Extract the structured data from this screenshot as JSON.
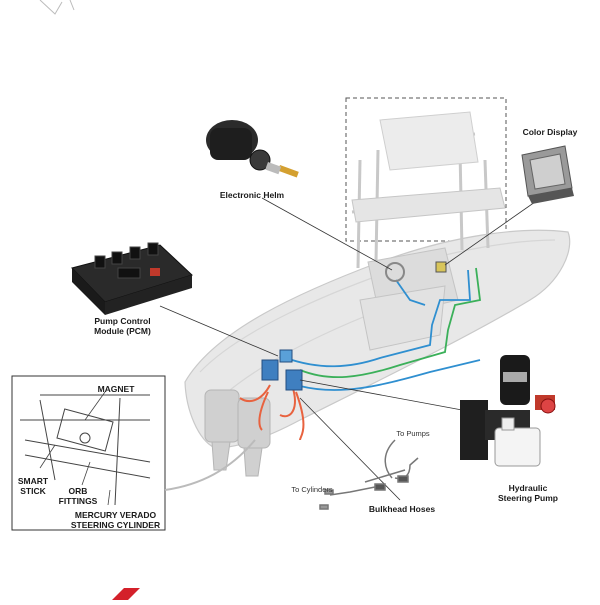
{
  "labels": {
    "color_display": "Color Display",
    "electronic_helm": "Electronic Helm",
    "pcm": "Pump Control\nModule (PCM)",
    "magnet": "MAGNET",
    "smart_stick": "SMART\nSTICK",
    "orb_fittings": "ORB\nFITTINGS",
    "cylinder": "MERCURY VERADO\nSTEERING CYLINDER",
    "to_pumps": "To Pumps",
    "to_cylinders": "To Cylinders",
    "bulkhead_hoses": "Bulkhead Hoses",
    "hydraulic_pump": "Hydraulic\nSteering Pump"
  },
  "colors": {
    "hose_red": "#e8623f",
    "line_blue": "#2f8fd0",
    "line_green": "#3bb05a",
    "accent_red": "#d4202a"
  }
}
